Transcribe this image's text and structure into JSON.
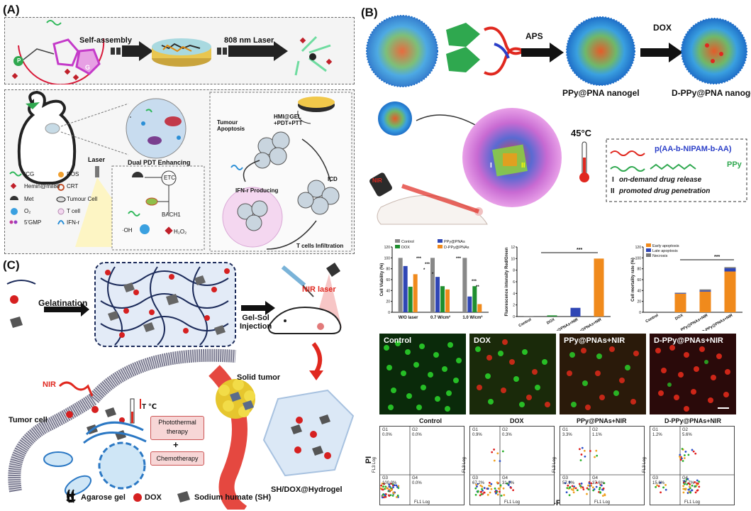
{
  "panels": {
    "a": "(A)",
    "b": "(B)",
    "c": "(C)"
  },
  "panel_a": {
    "self_assembly": "Self-assembly",
    "laser": "808 nm Laser",
    "dual_pdt": "Dual PDT Enhancing",
    "laser_small": "Laser",
    "etc": "ETC",
    "bach1": "BACH1",
    "h2o2": "H₂O₂",
    "oh": "·OH",
    "tumour_apoptosis": "Tumour\nApoptosis",
    "hmi_gel": "HMI@GEL\n+PDT+PTT",
    "icd": "ICD",
    "ifn_producing": "IFN-r Producing",
    "t_cells_infiltration": "T cells  Infiltration",
    "p_mark": "P",
    "g_mark": "G",
    "legend": [
      {
        "icon": "icg-icon",
        "label": "ICG"
      },
      {
        "icon": "ros-icon",
        "label": "ROS"
      },
      {
        "icon": "hemin-icon",
        "label": "Hemin@mil88"
      },
      {
        "icon": "crt-icon",
        "label": "CRT"
      },
      {
        "icon": "met-icon",
        "label": "Met"
      },
      {
        "icon": "tumour-cell-icon",
        "label": "Tumour Cell"
      },
      {
        "icon": "o2-icon",
        "label": "O₂"
      },
      {
        "icon": "t-cell-icon",
        "label": "T cell"
      },
      {
        "icon": "5gmp-icon",
        "label": "5'GMP"
      },
      {
        "icon": "ifn-icon",
        "label": "IFN-r"
      }
    ]
  },
  "panel_b": {
    "aps": "APS",
    "dox": "DOX",
    "ppy_nanogel": "PPy@PNA nanogel",
    "dppy_nanogel": "D-PPy@PNA nanogel",
    "temp": "45°C",
    "nir_badge": "NIR",
    "roman_i": "I",
    "roman_ii": "II",
    "legend_polymer": "p(AA-b-NIPAM-b-AA)",
    "legend_ppy": "PPy",
    "legend_i": "on-demand drug release",
    "legend_ii": "promoted drug penetration",
    "micrographs": [
      "Control",
      "DOX",
      "PPy@PNAs+NIR",
      "D-PPy@PNAs+NIR"
    ],
    "facs_titles": [
      "Control",
      "DOX",
      "PPy@PNAs+NIR",
      "D-PPy@PNAs+NIR"
    ],
    "facs_quadrants": [
      {
        "g1": "G1",
        "g2": "G2",
        "g3": "G3",
        "g4": "G4",
        "q1": "0.0%",
        "q2": "0.0%",
        "q3": "100.0%",
        "q4": "0.0%"
      },
      {
        "g1": "G1",
        "g2": "G2",
        "g3": "G3",
        "g4": "G4",
        "q1": "0.9%",
        "q2": "0.3%",
        "q3": "67.2%",
        "q4": "31.6%"
      },
      {
        "g1": "G1",
        "g2": "G2",
        "g3": "G3",
        "g4": "G4",
        "q1": "3.3%",
        "q2": "1.1%",
        "q3": "57.9%",
        "q4": "37.6%"
      },
      {
        "g1": "G1",
        "g2": "G2",
        "g3": "G3",
        "g4": "G4",
        "q1": "1.2%",
        "q2": "5.6%",
        "q3": "15.6%",
        "q4": "77.7%"
      }
    ],
    "facs_x_axis": "FL1 Log",
    "facs_y_axis": "FL3 Log",
    "pi_label": "PI",
    "annexin_label": "Annexin V-FITC"
  },
  "panel_c": {
    "gelatination": "Gelatination",
    "gel_sol": "Gel-Sol\nInjection",
    "nir_laser": "NIR laser",
    "nir": "NIR",
    "tumor_cell": "Tumor cell",
    "temp": "T ℃",
    "photothermal": "Photothermal\ntherapy",
    "plus": "+",
    "chemotherapy": "Chemotherapy",
    "solid_tumor": "Solid tumor",
    "hydrogel": "SH/DOX@Hydrogel",
    "legend": [
      {
        "icon": "agarose-icon",
        "label": "Agarose gel"
      },
      {
        "icon": "dox-icon",
        "label": "DOX"
      },
      {
        "icon": "sh-icon",
        "label": "Sodium humate (SH)"
      }
    ]
  },
  "chart_data": [
    {
      "type": "bar",
      "title": "",
      "xlabel": "",
      "ylabel": "Cell Viability (%)",
      "categories": [
        "W/O laser",
        "0.7 W/cm²",
        "1.0 W/cm²"
      ],
      "series": [
        {
          "name": "Control",
          "values": [
            100,
            100,
            100
          ],
          "color": "#888888"
        },
        {
          "name": "PPy@PNAs",
          "values": [
            85,
            65,
            29
          ],
          "color": "#2f46b5"
        },
        {
          "name": "DOX",
          "values": [
            47,
            48,
            48
          ],
          "color": "#1f8f2f"
        },
        {
          "name": "D-PPy@PNAs",
          "values": [
            70,
            42,
            15
          ],
          "color": "#f08a1c"
        }
      ],
      "ylim": [
        0,
        120
      ],
      "yticks": [
        "0",
        "20",
        "40",
        "60",
        "80",
        "100",
        "120"
      ],
      "significance": [
        "***",
        "***",
        "*",
        "*",
        "***",
        "***",
        "**"
      ]
    },
    {
      "type": "bar",
      "title": "",
      "xlabel": "",
      "ylabel": "Fluorescence intensity Red/Green",
      "categories": [
        "Control",
        "DOX",
        "PPy@PNAs+NIR",
        "D-PPy@PNAs+NIR"
      ],
      "values": [
        0.1,
        0.2,
        1.5,
        10
      ],
      "colors": [
        "#888888",
        "#1f8f2f",
        "#2f46b5",
        "#f08a1c"
      ],
      "ylim": [
        0,
        12
      ],
      "yticks": [
        "0",
        "2",
        "4",
        "6",
        "8",
        "10",
        "12"
      ],
      "significance": [
        "***"
      ]
    },
    {
      "type": "bar",
      "title": "",
      "xlabel": "",
      "ylabel": "Cell mortality rate (%)",
      "categories": [
        "Control",
        "DOX",
        "PPy@PNAs+NIR",
        "D-PPy@PNAs+NIR"
      ],
      "series": [
        {
          "name": "Early apoptosis",
          "values": [
            0,
            34,
            38,
            75
          ],
          "color": "#f08a1c"
        },
        {
          "name": "Late apoptosis",
          "values": [
            0,
            1,
            2,
            6
          ],
          "color": "#2f46b5"
        },
        {
          "name": "Necrosis",
          "values": [
            0,
            1,
            2,
            2
          ],
          "color": "#777777"
        }
      ],
      "stacked": true,
      "ylim": [
        0,
        120
      ],
      "yticks": [
        "0",
        "20",
        "40",
        "60",
        "80",
        "100",
        "120"
      ],
      "significance": [
        "***"
      ]
    }
  ]
}
